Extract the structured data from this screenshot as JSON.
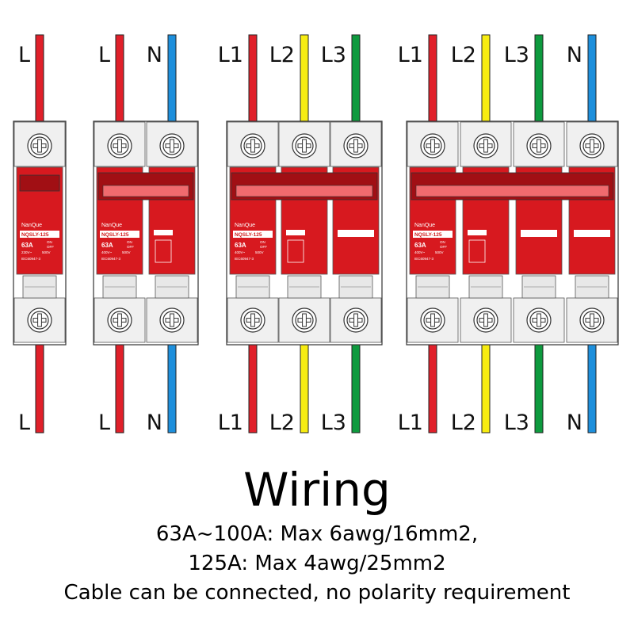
{
  "colors": {
    "L": "#e0202a",
    "L1": "#e0202a",
    "L2": "#f7ec11",
    "L3": "#0e9a3e",
    "N": "#1d8fdc",
    "breaker_red": "#d7191f",
    "breaker_dark": "#a10f14",
    "handle": "#f06a6e",
    "terminal": "#f0f0f0"
  },
  "breaker": {
    "brand": "NanQue",
    "model": "NQSLY-125",
    "rating": "63A",
    "voltage_1p": "230V~",
    "voltage_multi": "400V~",
    "dc_rating": "500V",
    "on": "ON",
    "off": "OFF",
    "standard": "IEC60947-3"
  },
  "groups": [
    {
      "id": "1p",
      "top_labels": [
        "L"
      ],
      "bottom_labels": [
        "L"
      ],
      "wires": [
        "L"
      ]
    },
    {
      "id": "1pn",
      "top_labels": [
        "L",
        "N"
      ],
      "bottom_labels": [
        "L",
        "N"
      ],
      "wires": [
        "L",
        "N"
      ]
    },
    {
      "id": "3p",
      "top_labels": [
        "L1",
        "L2",
        "L3"
      ],
      "bottom_labels": [
        "L1",
        "L2",
        "L3"
      ],
      "wires": [
        "L1",
        "L2",
        "L3"
      ]
    },
    {
      "id": "3pn",
      "top_labels": [
        "L1",
        "L2",
        "L3",
        "N"
      ],
      "bottom_labels": [
        "L1",
        "L2",
        "L3",
        "N"
      ],
      "wires": [
        "L1",
        "L2",
        "L3",
        "N"
      ]
    }
  ],
  "caption": {
    "title": "Wiring",
    "line1": "63A~100A: Max 6awg/16mm2,",
    "line2": "125A: Max 4awg/25mm2",
    "line3": "Cable can be connected, no polarity requirement"
  }
}
